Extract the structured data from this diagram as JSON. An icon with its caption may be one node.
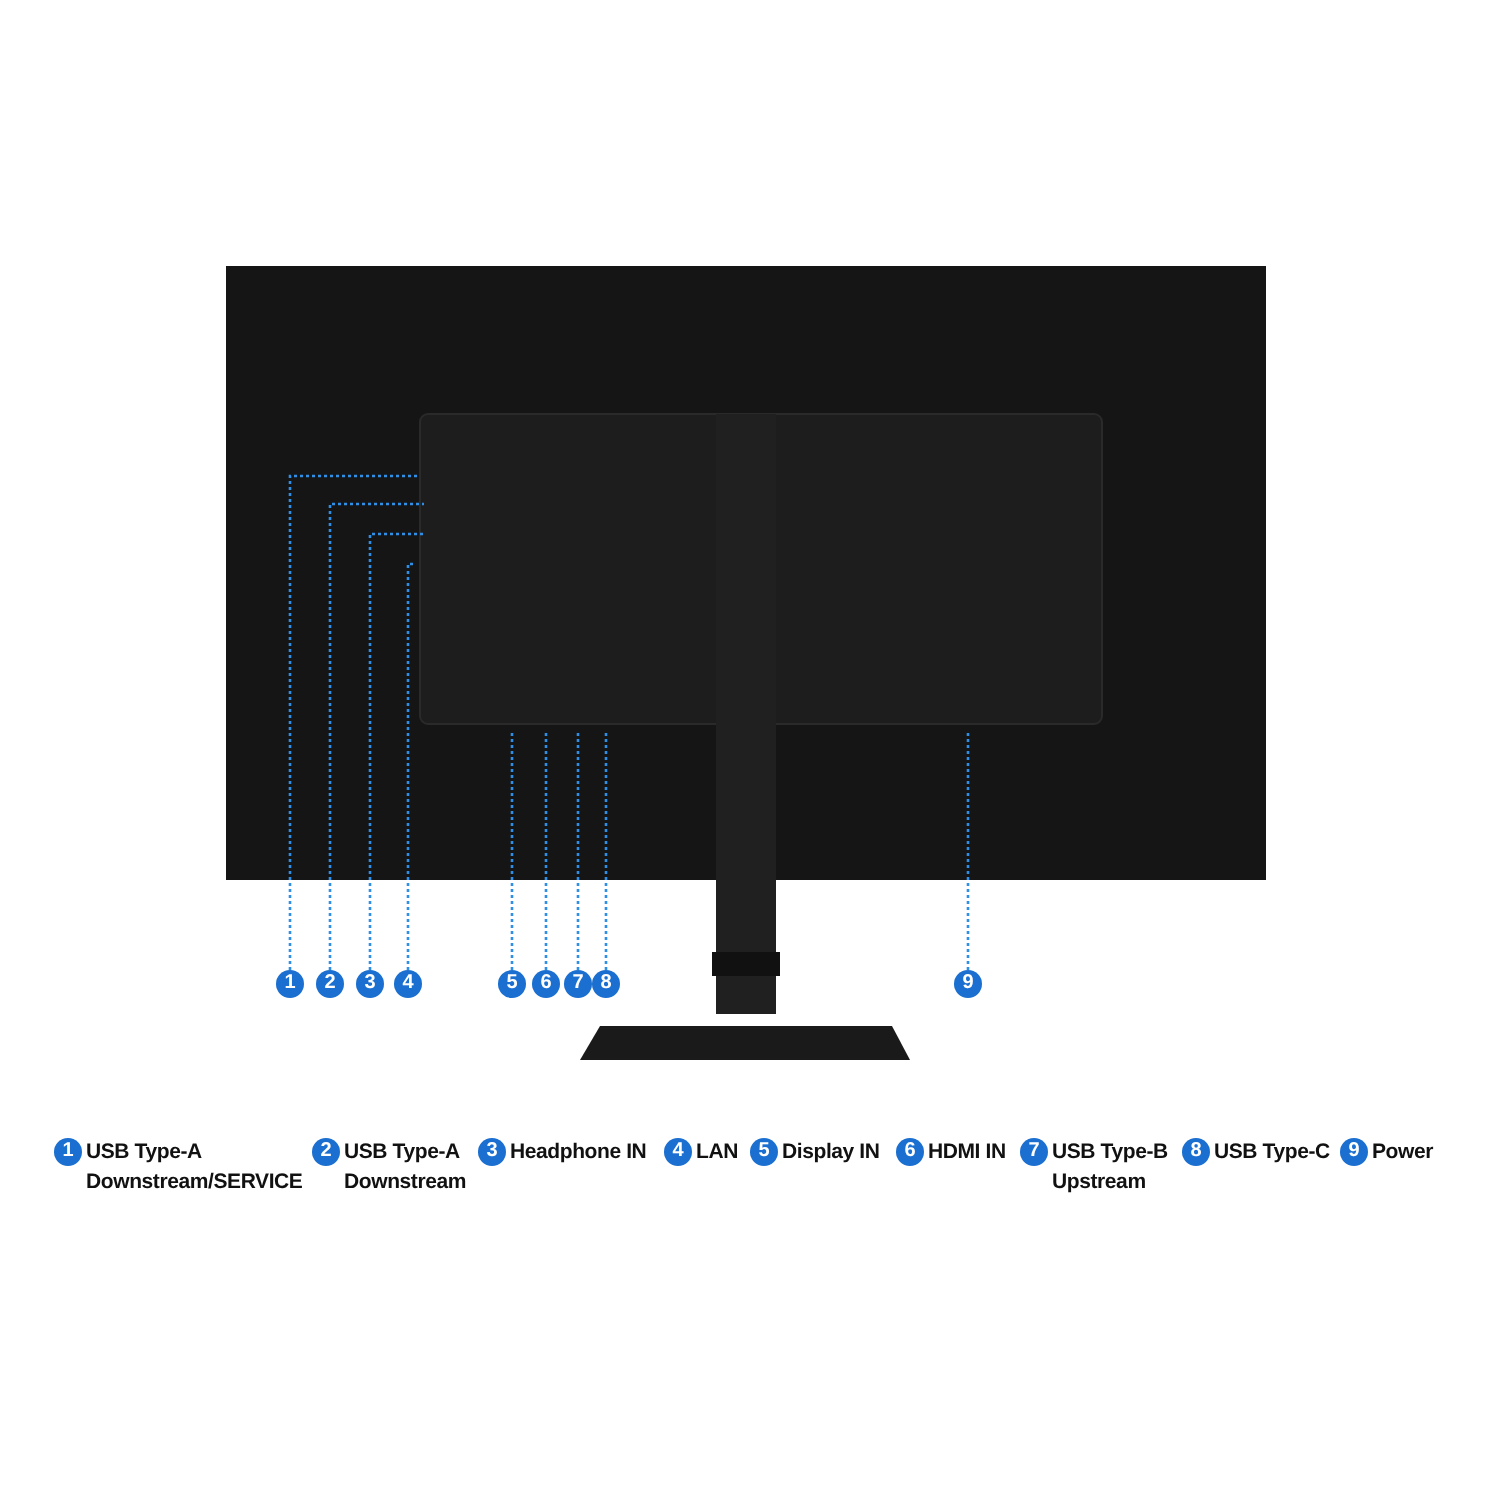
{
  "diagram": {
    "nodes": [
      {
        "text": [
          "1"
        ]
      },
      {
        "text": [
          "2"
        ]
      },
      {
        "text": [
          "3"
        ]
      },
      {
        "text": [
          "4"
        ]
      },
      {
        "text": [
          "5"
        ]
      },
      {
        "text": [
          "6"
        ]
      },
      {
        "text": [
          "7"
        ]
      },
      {
        "text": [
          "8"
        ]
      },
      {
        "text": [
          "9"
        ]
      },
      {
        "text": [
          "1"
        ],
        "beside": [
          "USB Type-A Downstream/SERVICE"
        ]
      },
      {
        "text": [
          "2"
        ],
        "beside": [
          "USB Type-A Downstream"
        ]
      },
      {
        "text": [
          "3"
        ],
        "beside": [
          "Headphone IN"
        ]
      },
      {
        "text": [
          "4"
        ],
        "beside": [
          "LAN"
        ]
      },
      {
        "text": [
          "5"
        ],
        "beside": [
          "Display IN"
        ]
      },
      {
        "text": [
          "6"
        ],
        "beside": [
          "HDMI IN"
        ]
      },
      {
        "text": [
          "7"
        ],
        "beside": [
          "USB Type-B Upstream"
        ]
      },
      {
        "text": [
          "8"
        ],
        "beside": [
          "USB Type-C"
        ]
      },
      {
        "text": [
          "9"
        ],
        "beside": [
          "Power"
        ]
      }
    ],
    "edges": [
      {
        "from": 0,
        "to": null,
        "arrow": "none"
      },
      {
        "from": 1,
        "to": null,
        "arrow": "none"
      },
      {
        "from": 2,
        "to": null,
        "arrow": "none"
      },
      {
        "from": 3,
        "to": null,
        "arrow": "none"
      },
      {
        "from": 4,
        "to": null,
        "arrow": "none"
      },
      {
        "from": 5,
        "to": null,
        "arrow": "none"
      },
      {
        "from": 6,
        "to": null,
        "arrow": "none"
      },
      {
        "from": 7,
        "to": null,
        "arrow": "none"
      },
      {
        "from": 8,
        "to": null,
        "arrow": "none"
      }
    ]
  }
}
